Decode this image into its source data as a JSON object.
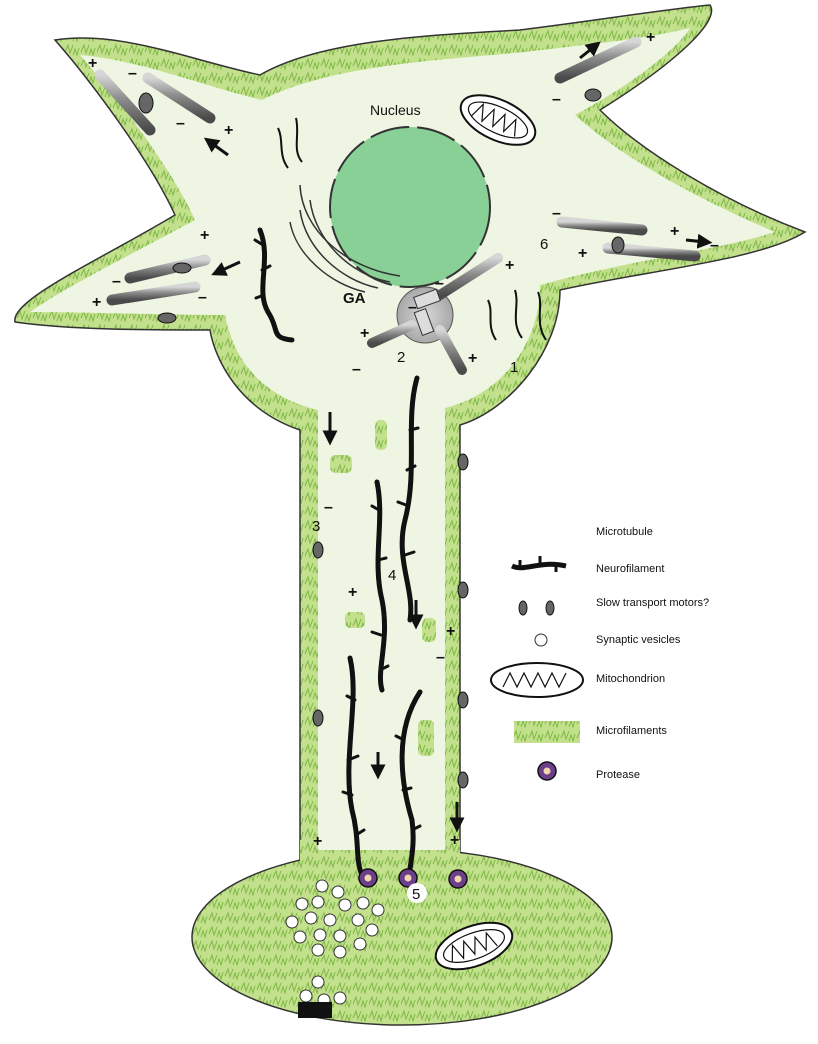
{
  "labels": {
    "nucleus": "Nucleus",
    "golgi": "GA",
    "n1": "1",
    "n2": "2",
    "n3": "3",
    "n4": "4",
    "n5": "5",
    "n6": "6",
    "plus": "+",
    "minus": "–"
  },
  "legend": {
    "microtubule": "Microtubule",
    "neurofilament": "Neurofilament",
    "motors": "Slow transport motors?",
    "vesicles": "Synaptic vesicles",
    "mitochondrion": "Mitochondrion",
    "microfilaments": "Microfilaments",
    "protease": "Protease"
  },
  "colors": {
    "cytoplasm": "#eef5e2",
    "cortex": "#c3e08d",
    "actin": "#7fb947",
    "nucleus": "#88d096",
    "microtubule": "#8a8a8a",
    "neurofilament": "#111111",
    "protease": "#6b3f8a"
  }
}
